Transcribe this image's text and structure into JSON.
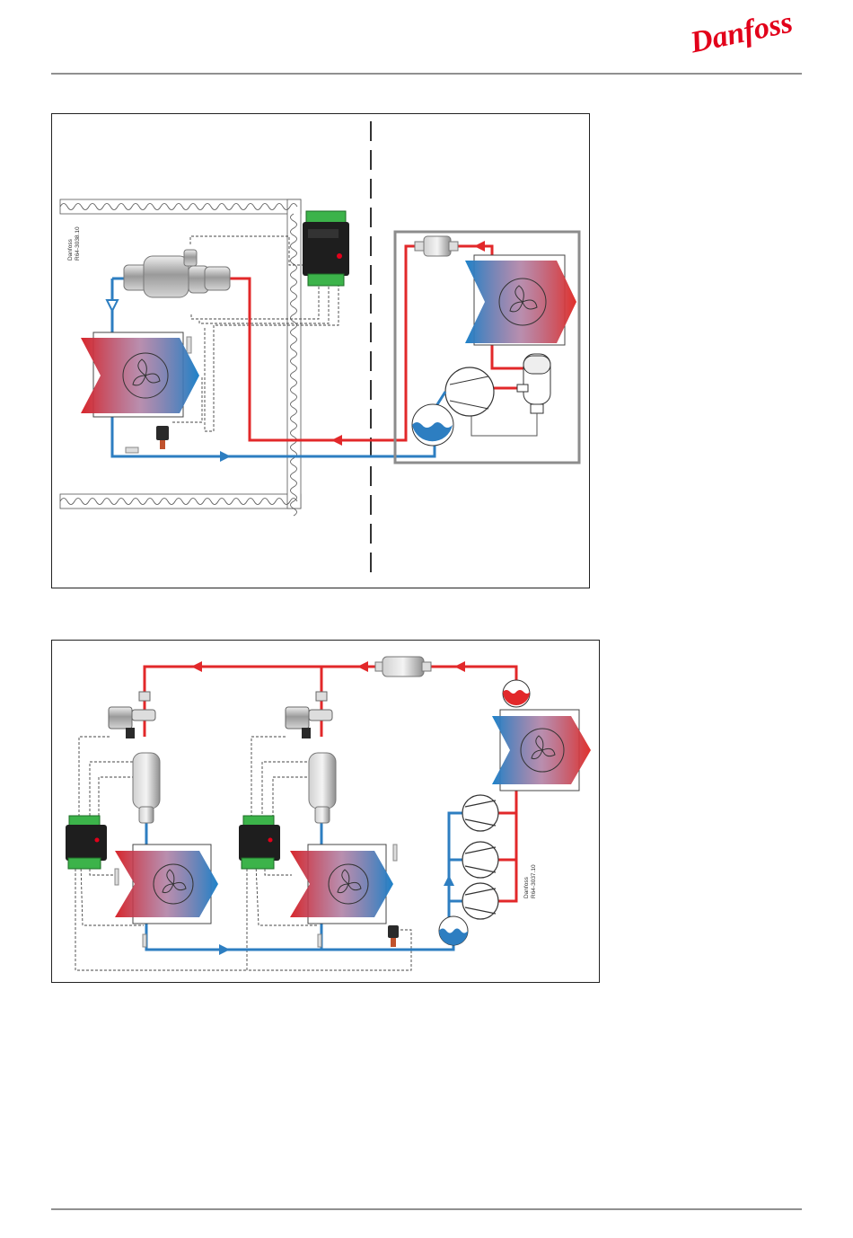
{
  "header": {
    "logo_text": "Danfoss"
  },
  "diagram_top": {
    "label_line1": "Danfoss",
    "label_line2": "R64-3038.10"
  },
  "diagram_bottom": {
    "label_line1": "Danfoss",
    "label_line2": "R64-3037.10"
  },
  "colors": {
    "hot_line": "#e2282a",
    "cold_line": "#2d7ec1",
    "brand_red": "#e2001a",
    "frame": "#222222",
    "insulation": "#555555",
    "controller": "#1e1e1e",
    "terminal": "#3cb34a",
    "compressor_box": "#8c8c8c"
  }
}
